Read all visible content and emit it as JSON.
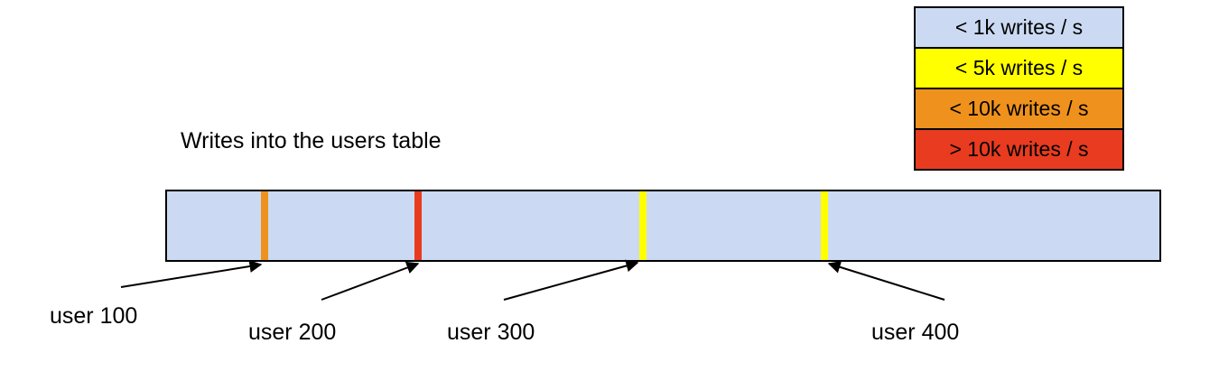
{
  "title": "Writes into the users table",
  "bar": {
    "fill": "#cbdaf2",
    "border_color": "#000000"
  },
  "legend": {
    "items": [
      {
        "label": "< 1k writes / s",
        "color": "#cbdaf2"
      },
      {
        "label": "< 5k writes / s",
        "color": "#ffff00"
      },
      {
        "label": "< 10k writes / s",
        "color": "#ef921d"
      },
      {
        "label": "> 10k writes / s",
        "color": "#e83b20"
      }
    ]
  },
  "markers": [
    {
      "label": "user 100",
      "color": "#ef921d"
    },
    {
      "label": "user 200",
      "color": "#e83b20"
    },
    {
      "label": "user 300",
      "color": "#ffff00"
    },
    {
      "label": "user 400",
      "color": "#ffff00"
    }
  ]
}
